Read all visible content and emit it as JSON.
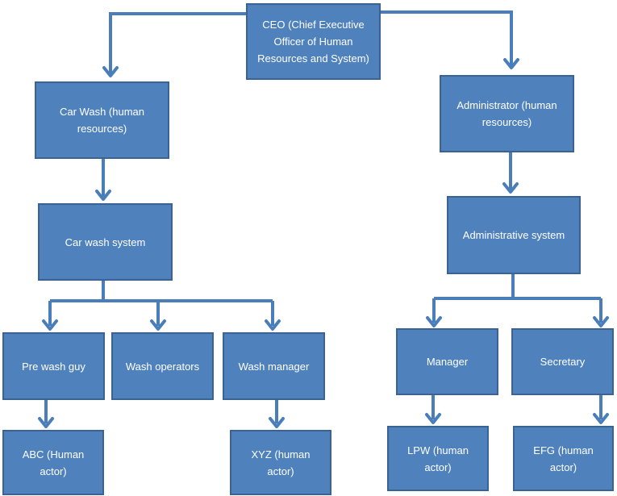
{
  "colors": {
    "box_fill": "#4f81bd",
    "box_border": "#3a6393",
    "connector": "#4a7ebb",
    "text": "#ffffff"
  },
  "nodes": {
    "ceo": "CEO (Chief Executive Officer of Human Resources and System)",
    "car_wash": "Car Wash (human resources)",
    "administrator": "Administrator (human resources)",
    "car_wash_system": "Car wash system",
    "administrative_system": "Administrative system",
    "pre_wash_guy": "Pre wash guy",
    "wash_operators": "Wash operators",
    "wash_manager": "Wash manager",
    "manager": "Manager",
    "secretary": "Secretary",
    "abc": "ABC (Human actor)",
    "xyz": "XYZ (human actor)",
    "lpw": "LPW (human actor)",
    "efg": "EFG (human actor)"
  }
}
